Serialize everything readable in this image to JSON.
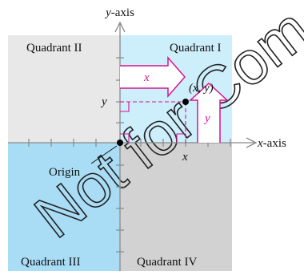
{
  "axes": {
    "y_label": "y-axis",
    "x_label": "x-axis"
  },
  "quadrants": {
    "q1": "Quadrant I",
    "q2": "Quadrant II",
    "q3": "Quadrant III",
    "q4": "Quadrant IV"
  },
  "labels": {
    "point": "(x, y)",
    "x_tick": "x",
    "y_tick": "y",
    "x_arrow": "x",
    "y_arrow": "y",
    "origin": "Origin"
  },
  "watermark": "Not for Com",
  "colors": {
    "q1": "#cdeefb",
    "q2": "#e8e8e8",
    "q3": "#a9ddf6",
    "q4": "#d2d2d2",
    "accent": "#d4148f",
    "axis": "#888888"
  }
}
